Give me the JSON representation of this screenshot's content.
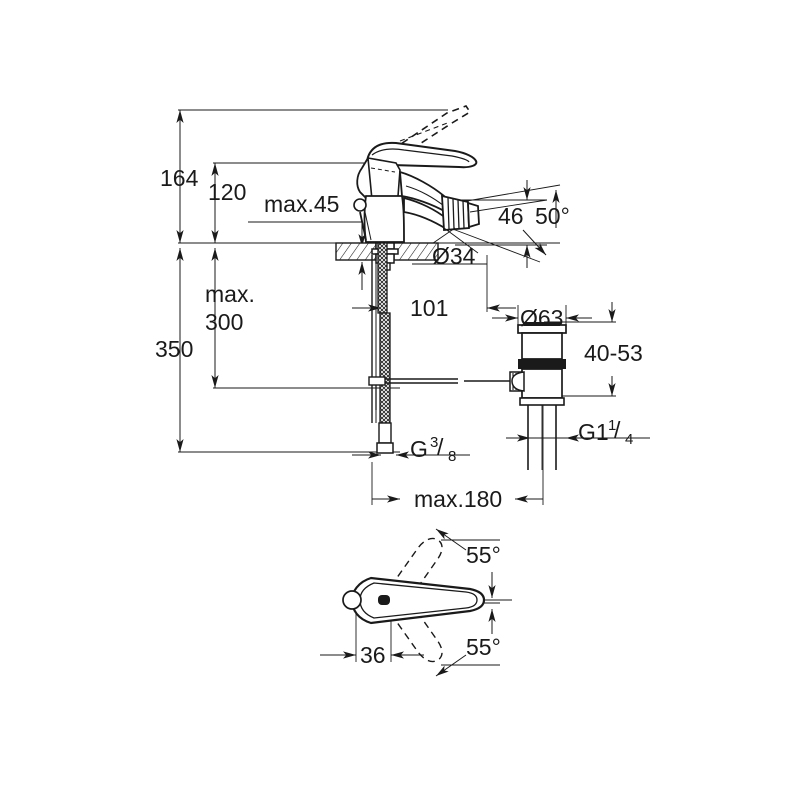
{
  "document": {
    "type": "technical-dimension-drawing",
    "subject": "Single-lever bidet mixer tap with pop-up waste",
    "units": "mm",
    "line_color": "#1a1a1a",
    "background_color": "#ffffff"
  },
  "dimensions": {
    "height_total_above_deck": "164",
    "spout_height": "120",
    "deck_thickness_max": "max.45",
    "tail_length_max": "max.",
    "tail_length_max_value": "300",
    "overall_length": "350",
    "spout_reach_horizontal": "101",
    "aerator_height": "46",
    "spout_angle": "50°",
    "mounting_hole_diameter": "Ø34",
    "waste_flange_diameter": "Ø63",
    "waste_body_range": "40-53",
    "supply_thread": "G",
    "supply_thread_fraction_num": "3",
    "supply_thread_fraction_den": "8",
    "waste_thread": "G1",
    "waste_thread_fraction_num": "1",
    "waste_thread_fraction_den": "4",
    "max_spread": "max.180",
    "lever_swivel_up": "55°",
    "lever_swivel_down": "55°",
    "lever_clearance": "36"
  },
  "views": {
    "elevation": {
      "name": "Side elevation view",
      "features": [
        "lever-handle",
        "lever-handle-open-position-dashed",
        "mixer-body",
        "aerator",
        "pop-up-rod",
        "deck-hatching",
        "mounting-stud",
        "flexible-hose-hot",
        "flexible-hose-cold",
        "pop-up-linkage-rod",
        "pop-up-waste-body"
      ]
    },
    "plan": {
      "name": "Top plan view of lever",
      "features": [
        "lever-handle-top",
        "lever-rotated-up-dashed",
        "lever-rotated-down-dashed",
        "pop-up-rod-circle"
      ]
    }
  }
}
